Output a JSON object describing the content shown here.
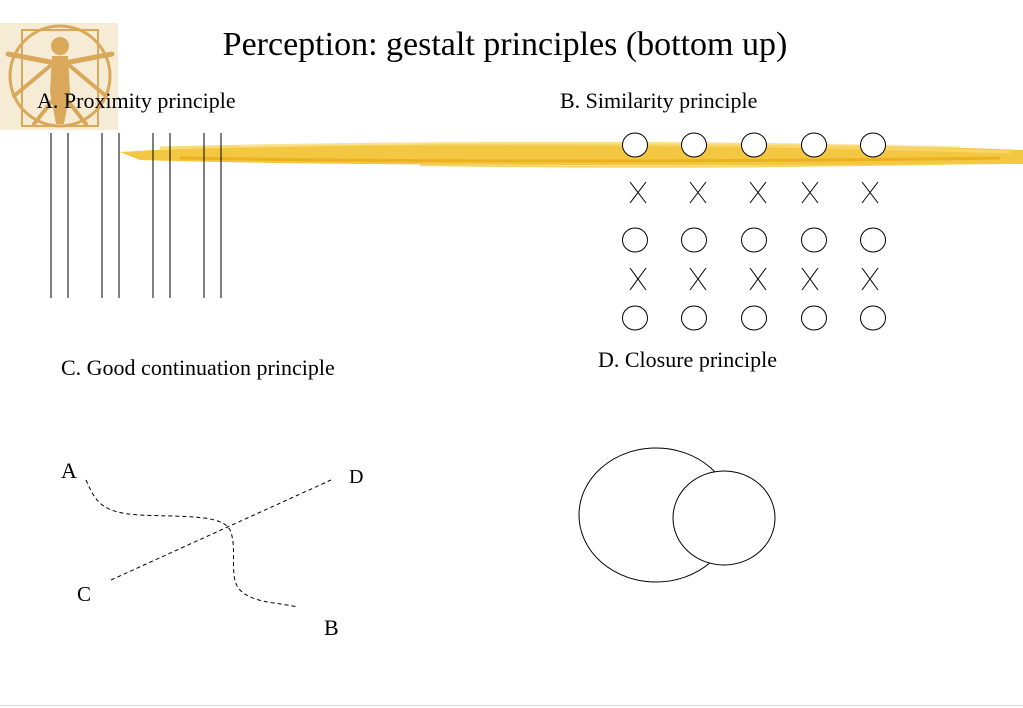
{
  "slide": {
    "title": "Perception: gestalt principles (bottom up)",
    "sections": {
      "proximity": {
        "label": "A. Proximity principle"
      },
      "similarity": {
        "label": "B. Similarity principle"
      },
      "continuation": {
        "label": "C. Good continuation principle",
        "points": {
          "a": "A",
          "b": "B",
          "c": "C",
          "d": "D"
        }
      },
      "closure": {
        "label": "D. Closure principle"
      }
    }
  },
  "theme": {
    "accent": "#f2c12e",
    "ink": "#000000"
  },
  "icons": {
    "logo": "vitruvian-man-icon",
    "banner": "highlighter-stroke"
  }
}
